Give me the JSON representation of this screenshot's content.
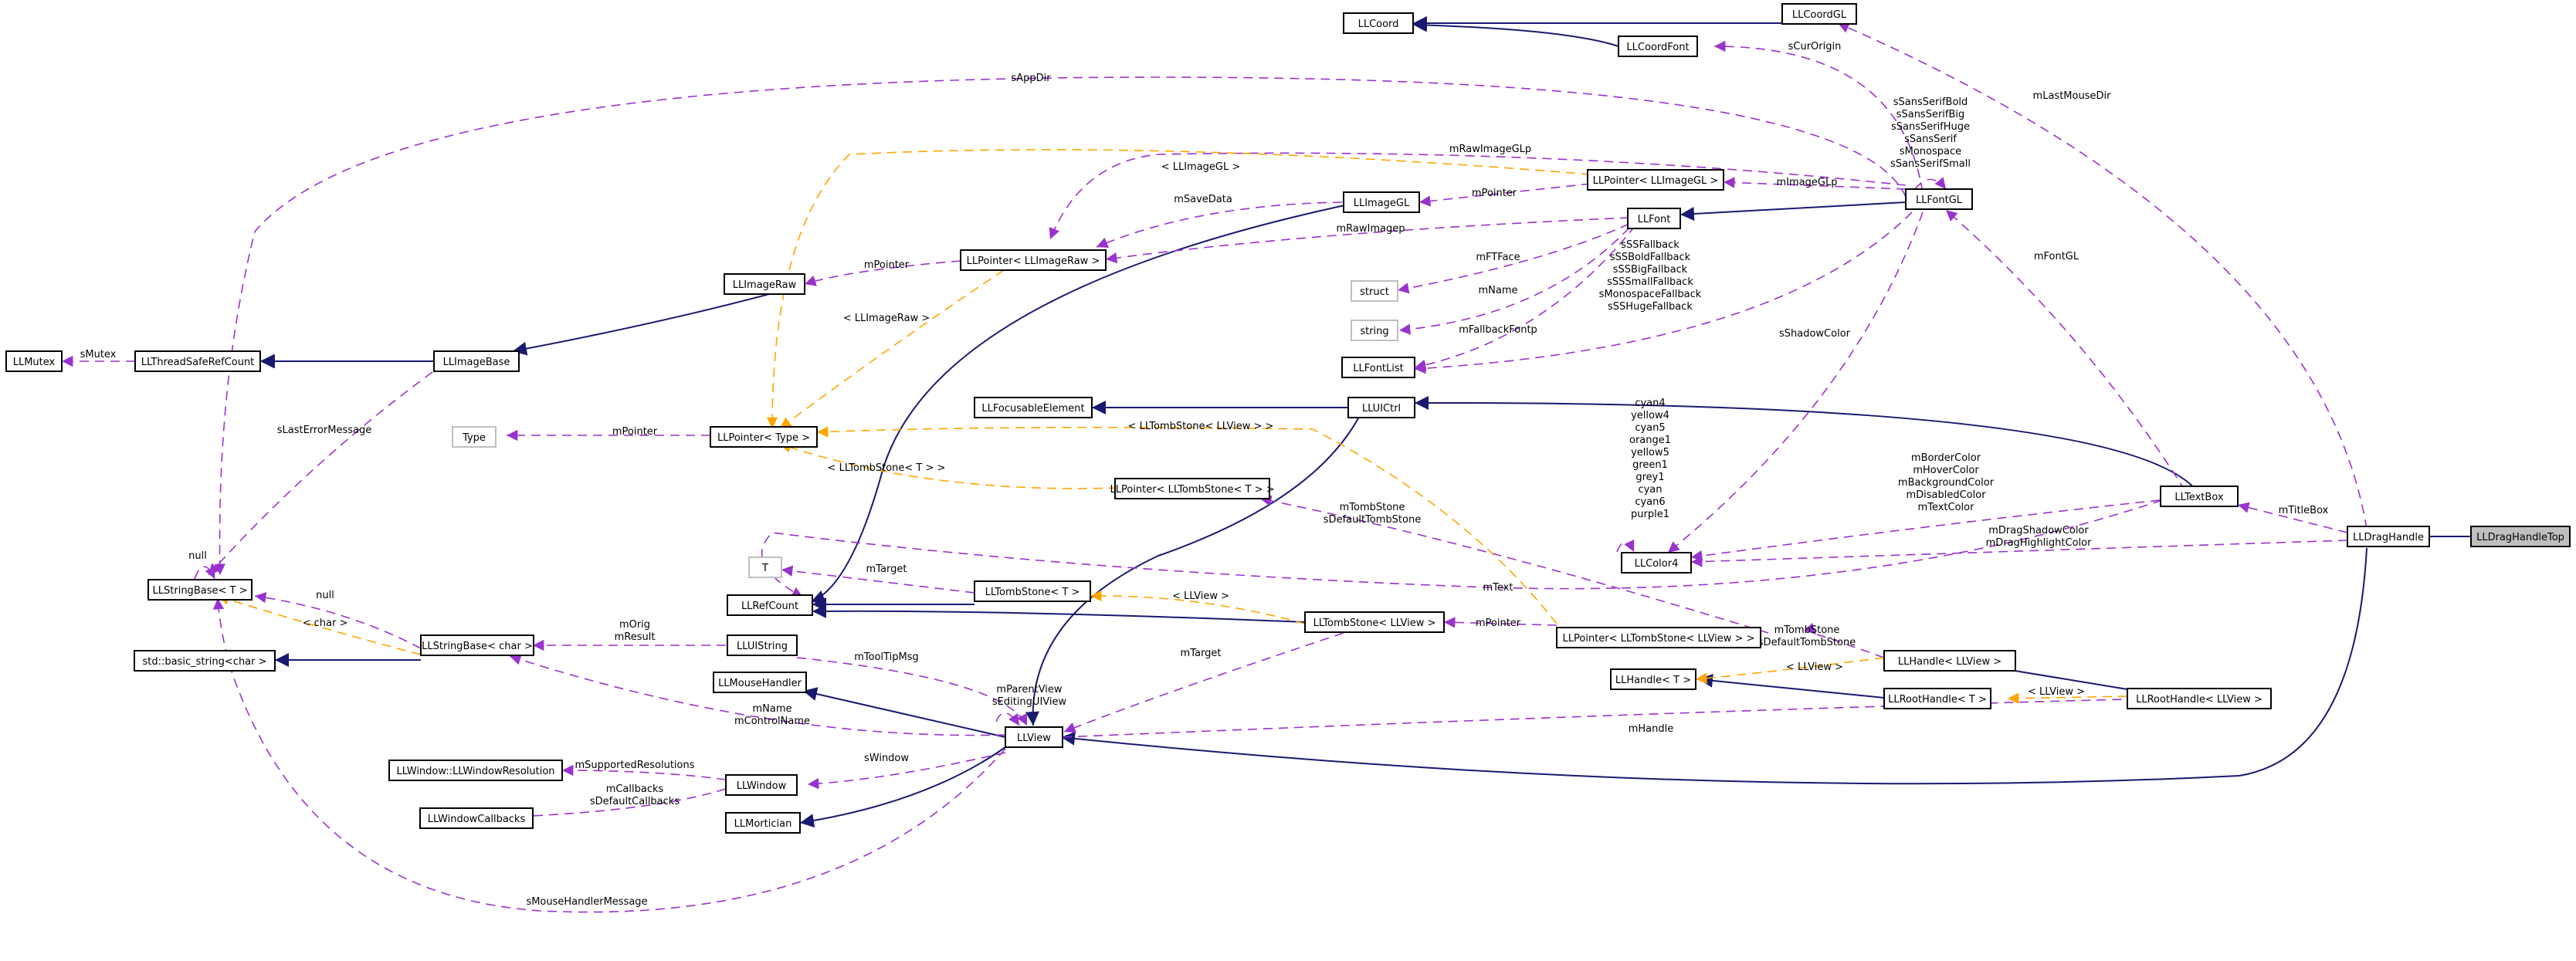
{
  "nodes": {
    "llcoord": "LLCoord",
    "llcoordgl": "LLCoordGL",
    "llcoordfont": "LLCoordFont",
    "llmutex": "LLMutex",
    "llthreadsaferefcount": "LLThreadSafeRefCount",
    "llimagebase": "LLImageBase",
    "llimageraw": "LLImageRaw",
    "llpointer_llimageraw": "LLPointer< LLImageRaw >",
    "llimagegl": "LLImageGL",
    "llpointer_llimagegl": "LLPointer< LLImageGL >",
    "llfont": "LLFont",
    "llfontgl": "LLFontGL",
    "struct": "struct",
    "string": "string",
    "llfontlist": "LLFontList",
    "type": "Type",
    "llpointer_type": "LLPointer< Type >",
    "llfocusableelement": "LLFocusableElement",
    "lluictrl": "LLUICtrl",
    "llpointer_lltombstone_t": "LLPointer< LLTombStone< T > >",
    "t": "T",
    "llstringbase_t": "LLStringBase< T >",
    "llrefcount": "LLRefCount",
    "lltombstone_t": "LLTombStone< T >",
    "llcolor4": "LLColor4",
    "lltextbox": "LLTextBox",
    "lldraghandle": "LLDragHandle",
    "lldraghandletop": "LLDragHandleTop",
    "std_basic_string": "std::basic_string<char >",
    "llstringbase_char": "LLStringBase< char >",
    "lluistring": "LLUIString",
    "lltombstone_llview": "LLTombStone< LLView >",
    "llpointer_lltombstone_llview": "LLPointer< LLTombStone< LLView > >",
    "llhandle_llview": "LLHandle< LLView >",
    "llhandle_t": "LLHandle< T >",
    "llroothandle_t": "LLRootHandle< T >",
    "llroothandle_llview": "LLRootHandle< LLView >",
    "llmousehandler": "LLMouseHandler",
    "llview": "LLView",
    "llwindowresolution": "LLWindow::LLWindowResolution",
    "llwindow": "LLWindow",
    "llwindowcallbacks": "LLWindowCallbacks",
    "llmortician": "LLMortician"
  },
  "labels": {
    "sAppDir": "sAppDir",
    "mLastMouseDir": "mLastMouseDir",
    "sCurOrigin": "sCurOrigin",
    "sFontGLMembers": [
      "sSansSerifBold",
      "sSansSerifBig",
      "sSansSerifHuge",
      "sSansSerif",
      "sMonospace",
      "sSansSerifSmall"
    ],
    "mRawImageGLp": "mRawImageGLp",
    "tmpl_LLImageGL": "< LLImageGL >",
    "mImageGLp": "mImageGLp",
    "mPointer_gl": "mPointer",
    "mSaveData": "mSaveData",
    "mRawImagep": "mRawImagep",
    "mPointer_raw": "mPointer",
    "mFTFace": "mFTFace",
    "fallbacks": [
      "sSSFallback",
      "sSSBoldFallback",
      "sSSBigFallback",
      "sSSSmallFallback",
      "sMonospaceFallback",
      "sSSHugeFallback"
    ],
    "mFontGL": "mFontGL",
    "mName_font": "mName",
    "tmpl_LLImageRaw": "< LLImageRaw >",
    "mFallbackFontp": "mFallbackFontp",
    "sMutex": "sMutex",
    "sShadowColor": "sShadowColor",
    "colors": [
      "cyan4",
      "yellow4",
      "cyan5",
      "orange1",
      "yellow5",
      "green1",
      "grey1",
      "cyan",
      "cyan6",
      "purple1"
    ],
    "sLastErrorMessage": "sLastErrorMessage",
    "mPointer_type": "mPointer",
    "tmpl_LLTombStone_LLView": "< LLTombStone< LLView > >",
    "tmpl_LLTombStone_T": "< LLTombStone< T > >",
    "textColors": [
      "mBorderColor",
      "mHoverColor",
      "mBackgroundColor",
      "mDisabledColor",
      "mTextColor"
    ],
    "mTitleBox": "mTitleBox",
    "mTombStone_a": [
      "mTombStone",
      "sDefaultTombStone"
    ],
    "mDragColors": [
      "mDragShadowColor",
      "mDragHighlightColor"
    ],
    "null_top": "null",
    "mTarget_t": "mTarget",
    "mText": "mText",
    "null_mid": "null",
    "tmpl_LLView": "< LLView >",
    "tmpl_char": "< char >",
    "mOrigResult": [
      "mOrig",
      "mResult"
    ],
    "mPointer_tomb": "mPointer",
    "mTombStone_b": [
      "mTombStone",
      "sDefaultTombStone"
    ],
    "tmpl_LLView_2": "< LLView >",
    "mToolTipMsg": "mToolTipMsg",
    "mTarget_view": "mTarget",
    "tmpl_LLView_3": "< LLView >",
    "mParentView": [
      "mParentView",
      "sEditingUIView"
    ],
    "mNameControl": [
      "mName",
      "mControlName"
    ],
    "mHandle": "mHandle",
    "sWindow": "sWindow",
    "mSupportedResolutions": "mSupportedResolutions",
    "mCallbacks": [
      "mCallbacks",
      "sDefaultCallbacks"
    ],
    "sMouseHandlerMessage": "sMouseHandlerMessage"
  },
  "colors": {
    "inheritance": "#191970",
    "usage": "#9a32cd",
    "template": "#ffa500",
    "focus_fill": "#bfbfbf"
  }
}
